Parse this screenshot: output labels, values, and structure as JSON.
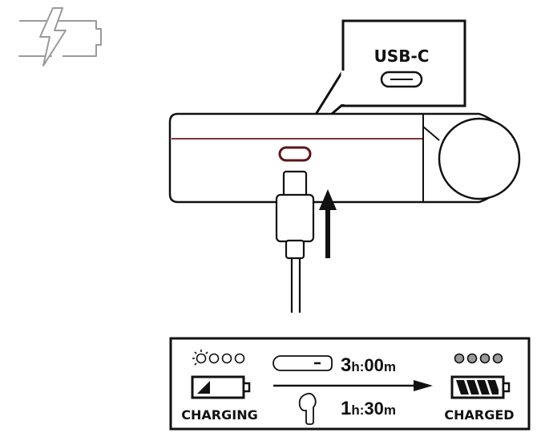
{
  "callout": {
    "port_label": "USB-C"
  },
  "status_panel": {
    "charging_label": "CHARGING",
    "charged_label": "CHARGED",
    "case_time": {
      "hours": "3",
      "h_unit": "h:",
      "minutes": "00",
      "m_unit": "m"
    },
    "earbud_time": {
      "hours": "1",
      "h_unit": "h:",
      "minutes": "30",
      "m_unit": "m"
    }
  },
  "icons": {
    "top_left": "battery-charging-icon",
    "charging_leds": "led-blinking-icon",
    "charged_leds": "led-all-on-icon"
  }
}
